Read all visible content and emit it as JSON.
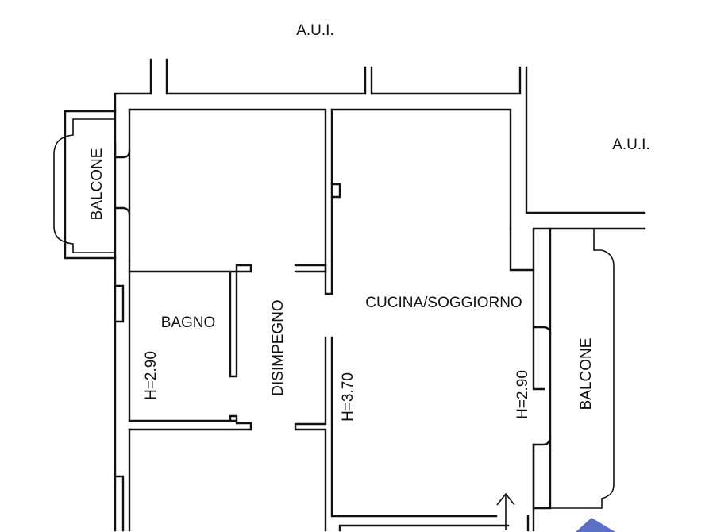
{
  "labels": {
    "aui_top": "A.U.I.",
    "aui_right": "A.U.I.",
    "balcone_left": "BALCONE",
    "balcone_right": "BALCONE",
    "bagno": "BAGNO",
    "disimpegno": "DISIMPEGNO",
    "cucina_soggiorno": "CUCINA/SOGGIORNO",
    "height_bagno": "H=2.90",
    "height_disimpegno": "H=3.70",
    "height_cucina": "H=2.90"
  },
  "colors": {
    "walls": "#111111",
    "background": "#ffffff",
    "corner_accent": "#5b6fc4"
  },
  "icons": {
    "entrance_arrow": "arrow-up-icon"
  }
}
